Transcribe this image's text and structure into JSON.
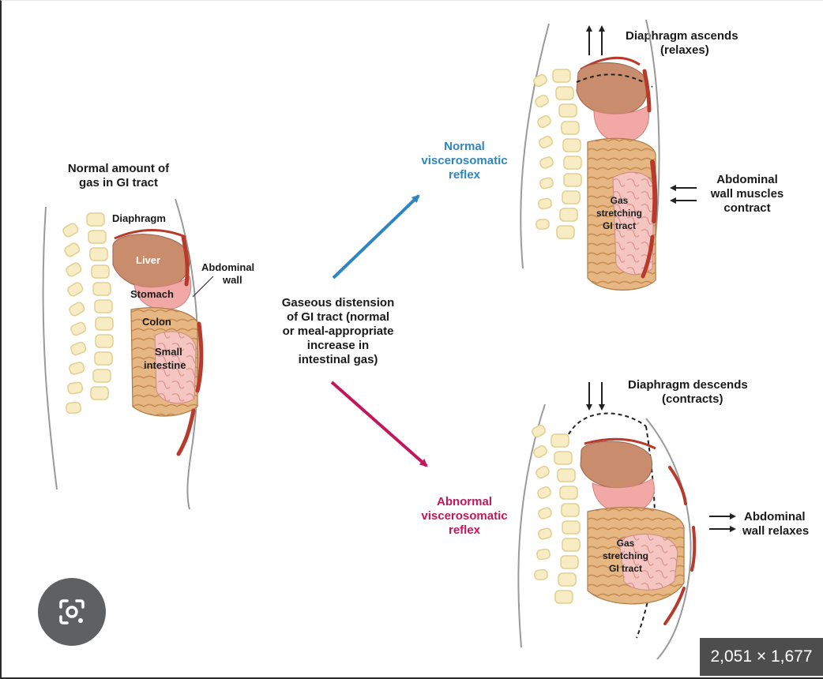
{
  "left_panel": {
    "title_line1": "Normal amount of",
    "title_line2": "gas in GI tract",
    "labels": {
      "diaphragm": "Diaphragm",
      "liver": "Liver",
      "stomach": "Stomach",
      "colon": "Colon",
      "small_line1": "Small",
      "small_line2": "intestine",
      "abdominal_line1": "Abdominal",
      "abdominal_line2": "wall"
    }
  },
  "center": {
    "lines": [
      "Gaseous distension",
      "of GI tract (normal",
      "or meal-appropriate",
      "increase in",
      "intestinal gas)"
    ]
  },
  "normal_reflex": {
    "lines": [
      "Normal",
      "viscerosomatic",
      "reflex"
    ],
    "color": "#2e86c1"
  },
  "abnormal_reflex": {
    "lines": [
      "Abnormal",
      "viscerosomatic",
      "reflex"
    ],
    "color": "#c2185b"
  },
  "top_right": {
    "diaphragm_line1": "Diaphragm ascends",
    "diaphragm_line2": "(relaxes)",
    "wall_line1": "Abdominal",
    "wall_line2": "wall muscles",
    "wall_line3": "contract",
    "gas_line1": "Gas",
    "gas_line2": "stretching",
    "gas_line3": "GI tract"
  },
  "bottom_right": {
    "diaphragm_line1": "Diaphragm descends",
    "diaphragm_line2": "(contracts)",
    "wall_line1": "Abdominal",
    "wall_line2": "wall relaxes",
    "gas_line1": "Gas",
    "gas_line2": "stretching",
    "gas_line3": "GI tract"
  },
  "overlay": {
    "lens_icon": "camera-lens-icon",
    "dimensions": "2,051 × 1,677"
  },
  "colors": {
    "vertebra": "#f7ecc4",
    "vertebra_stroke": "#e2cf90",
    "liver": "#c98d6e",
    "stomach": "#f2a9a5",
    "colon": "#e6b783",
    "small_intestine": "#f5c6c1",
    "muscle": "#b73a2b"
  }
}
